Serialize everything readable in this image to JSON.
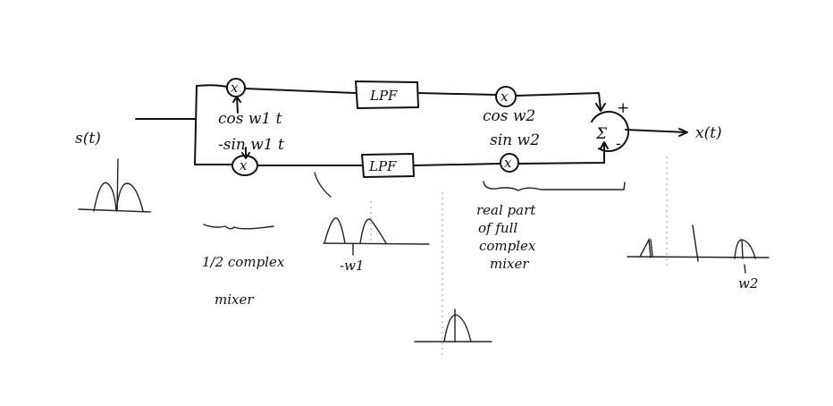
{
  "diagram": {
    "input_label": "s(t)",
    "output_label": "x(t)",
    "top_branch": {
      "mixer_symbol": "x",
      "oscillator_label": "cos w1 t",
      "filter_label": "LPF",
      "mixer2_symbol": "x",
      "oscillator2_label": "cos w2"
    },
    "bottom_branch": {
      "mixer_symbol": "x",
      "oscillator_label": "-sin w1 t",
      "filter_label": "LPF",
      "mixer2_symbol": "x",
      "oscillator2_label": "sin w2"
    },
    "summer": {
      "symbol": "Σ",
      "plus": "+",
      "minus": "-"
    },
    "annotations": {
      "half_mixer_line1": "1/2 complex",
      "half_mixer_line2": "mixer",
      "real_part_line1": "real part",
      "real_part_line2": "of full",
      "real_part_line3": "complex",
      "real_part_line4": "mixer",
      "neg_w1": "-w1",
      "w2": "w2"
    }
  }
}
